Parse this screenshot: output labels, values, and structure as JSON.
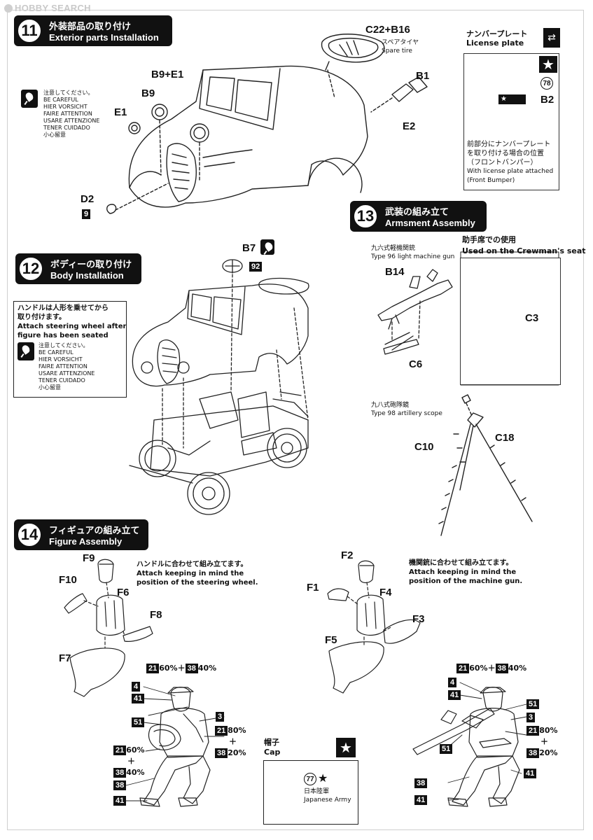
{
  "watermark": "HOBBY SEARCH",
  "steps": {
    "s11": {
      "num": "11",
      "jp": "外装部品の取り付け",
      "en": "Exterior parts Installation"
    },
    "s12": {
      "num": "12",
      "jp": "ボディーの取り付け",
      "en": "Body Installation"
    },
    "s13": {
      "num": "13",
      "jp": "武装の組み立て",
      "en": "Armsment Assembly"
    },
    "s14": {
      "num": "14",
      "jp": "フィギュアの組み立て",
      "en": "Figure Assembly"
    }
  },
  "caution": {
    "jp": "注意してください。",
    "lines": [
      "BE CAREFUL",
      "HIER VORSICHT",
      "FAIRE ATTENTION",
      "USARE ATTENZIONE",
      "TENER CUIDADO"
    ],
    "zh": "小心留意"
  },
  "step11": {
    "labels": {
      "c22b16": "C22+B16",
      "b9e1": "B9+E1",
      "b9": "B9",
      "e1": "E1",
      "d2": "D2",
      "b1": "B1",
      "e2": "E2"
    },
    "spare_jp": "スペアタイヤ",
    "spare_en": "Spare tire",
    "d2_badge": "9"
  },
  "license": {
    "title_jp": "ナンバープレート",
    "title_en": "License plate",
    "b2": "B2",
    "circle": "78",
    "note_jp1": "前部分にナンバープレート",
    "note_jp2": "を取り付ける場合の位置",
    "note_jp3": "（フロントバンパー）",
    "note_en1": "With license plate attached",
    "note_en2": "(Front Bumper)"
  },
  "step12": {
    "b7": "B7",
    "b7_badge": "92",
    "note_jp1": "ハンドルは人形を乗せてから",
    "note_jp2": "取り付けます。",
    "note_en1": "Attach steering wheel after",
    "note_en2": "figure has been seated"
  },
  "step13": {
    "mg_jp": "九六式軽機関銃",
    "mg_en": "Type 96 light machine gun",
    "b14": "B14",
    "c6": "C6",
    "seat_jp": "助手席での使用",
    "seat_en": "Used on the Crewman's seat",
    "c3": "C3",
    "scope_jp": "九八式砲隊鏡",
    "scope_en": "Type 98 artillery scope",
    "c10": "C10",
    "c18": "C18"
  },
  "step14": {
    "left": {
      "f9": "F9",
      "f10": "F10",
      "f6": "F6",
      "f8": "F8",
      "f7": "F7",
      "note_jp": "ハンドルに合わせて組み立てます。",
      "note_en1": "Attach keeping in mind the",
      "note_en2": "position of the steering wheel."
    },
    "right": {
      "f2": "F2",
      "f1": "F1",
      "f4": "F4",
      "f3": "F3",
      "f5": "F5",
      "note_jp": "機関銃に合わせて組み立てます。",
      "note_en1": "Attach keeping in mind the",
      "note_en2": "position of the machine gun."
    },
    "mix1_a": "21",
    "mix1_pa": "60%＋",
    "mix1_b": "38",
    "mix1_pb": "40%",
    "mix2_a": "21",
    "mix2_pa": "80%",
    "plus": "＋",
    "mix2_b": "38",
    "mix2_pb": "20%",
    "mix3_a": "21",
    "mix3_pa": "60%",
    "mix3_b": "38",
    "mix3_pb": "40%",
    "c4": "4",
    "c41": "41",
    "c51": "51",
    "c3": "3",
    "c38": "38"
  },
  "cap": {
    "title_jp": "帽子",
    "title_en": "Cap",
    "circle": "77",
    "jp": "日本陸軍",
    "en": "Japanese Army"
  }
}
